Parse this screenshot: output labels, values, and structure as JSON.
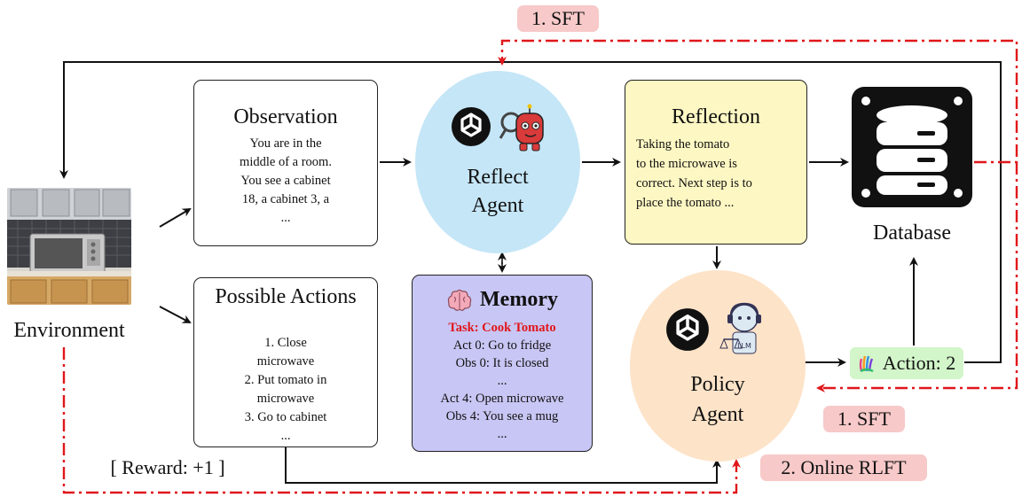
{
  "labels": {
    "sft_top": "1. SFT",
    "sft_bottom": "1. SFT",
    "online_rlft": "2. Online RLFT",
    "environment": "Environment",
    "reward": "[ Reward: +1 ]",
    "database": "Database",
    "action": "Action: 2"
  },
  "observation": {
    "title": "Observation",
    "lines": [
      "You are in the",
      "middle of a room.",
      "You see a cabinet",
      "18, a cabinet 3, a",
      "..."
    ]
  },
  "possible_actions": {
    "title": "Possible Actions",
    "lines": [
      "1.  Close",
      "microwave",
      "2.  Put tomato in",
      "microwave",
      "3.  Go to cabinet",
      "..."
    ]
  },
  "reflect_agent": {
    "line1": "Reflect",
    "line2": "Agent"
  },
  "policy_agent": {
    "line1": "Policy",
    "line2": "Agent"
  },
  "reflection": {
    "title": "Reflection",
    "lines": [
      "Taking the tomato",
      "to the microwave is",
      "correct.  Next step is to",
      "place the tomato ..."
    ]
  },
  "memory": {
    "title": "Memory",
    "task": "Task:  Cook Tomato",
    "lines": [
      "Act 0:  Go to fridge",
      "Obs 0:  It is closed",
      "...",
      "Act 4:  Open microwave",
      "Obs 4:  You see a mug",
      "..."
    ]
  },
  "colors": {
    "reflect_circle": "#c5e6f7",
    "policy_circle": "#fde3c8",
    "reflection_box": "#fdf7c3",
    "memory_box": "#c8c6f4",
    "action_box": "#d2f5c9",
    "badge": "#f7c9c9",
    "dash_red": "#e0161a",
    "task_red": "#e0161a"
  },
  "icons": [
    "openai-logo-icon",
    "robot-magnifier-icon",
    "robot-judge-icon",
    "brain-icon",
    "database-icon",
    "meta-hand-icon",
    "kitchen-microwave-image"
  ]
}
